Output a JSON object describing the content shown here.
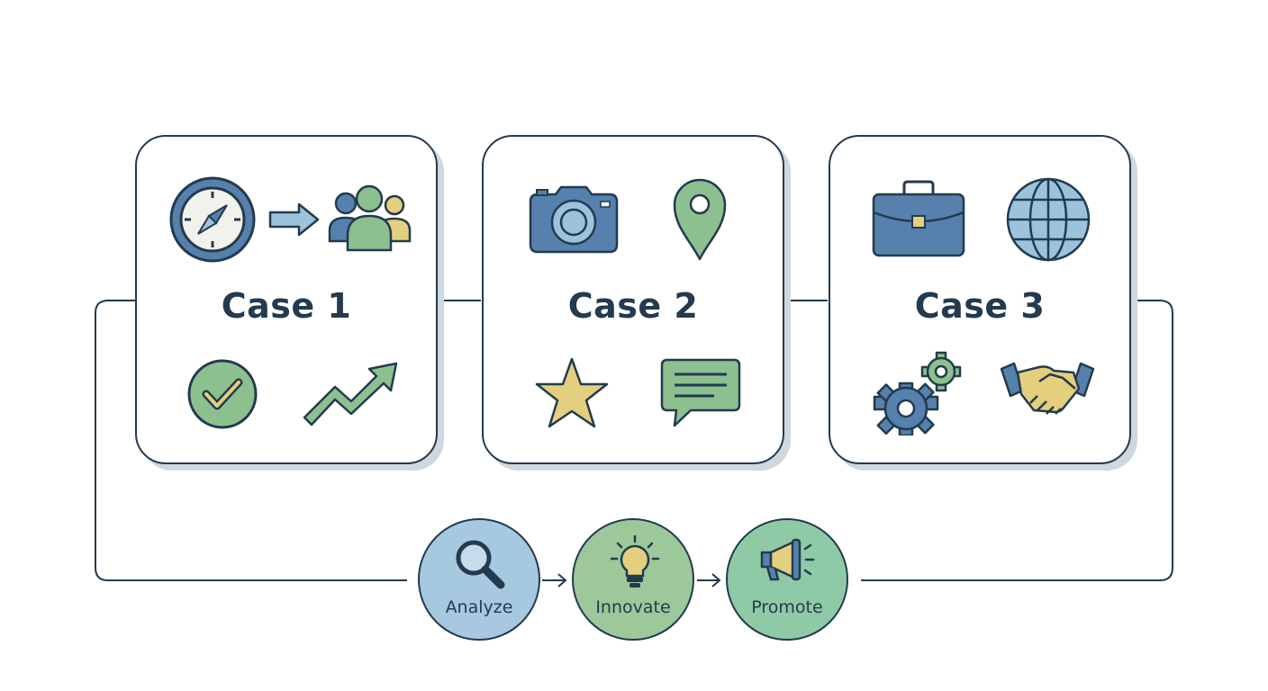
{
  "cases": [
    {
      "title": "Case 1",
      "icons": [
        "compass-icon",
        "arrow-right-icon",
        "team-icon",
        "check-circle-icon",
        "trend-up-icon"
      ]
    },
    {
      "title": "Case 2",
      "icons": [
        "camera-icon",
        "map-pin-icon",
        "star-icon",
        "chat-bubble-icon"
      ]
    },
    {
      "title": "Case 3",
      "icons": [
        "briefcase-icon",
        "globe-icon",
        "gears-icon",
        "handshake-icon"
      ]
    }
  ],
  "steps": [
    {
      "label": "Analyze",
      "icon": "magnifier-icon",
      "color": "#a7c9df"
    },
    {
      "label": "Innovate",
      "icon": "lightbulb-icon",
      "color": "#9cc89a"
    },
    {
      "label": "Promote",
      "icon": "megaphone-icon",
      "color": "#8fcaa6"
    }
  ],
  "colors": {
    "outline": "#233a4f",
    "blue": "#5581ac",
    "lightblue": "#9bc3dc",
    "green": "#8dc08f",
    "yellow": "#e4cf7e",
    "shadow": "#cfd8de"
  }
}
